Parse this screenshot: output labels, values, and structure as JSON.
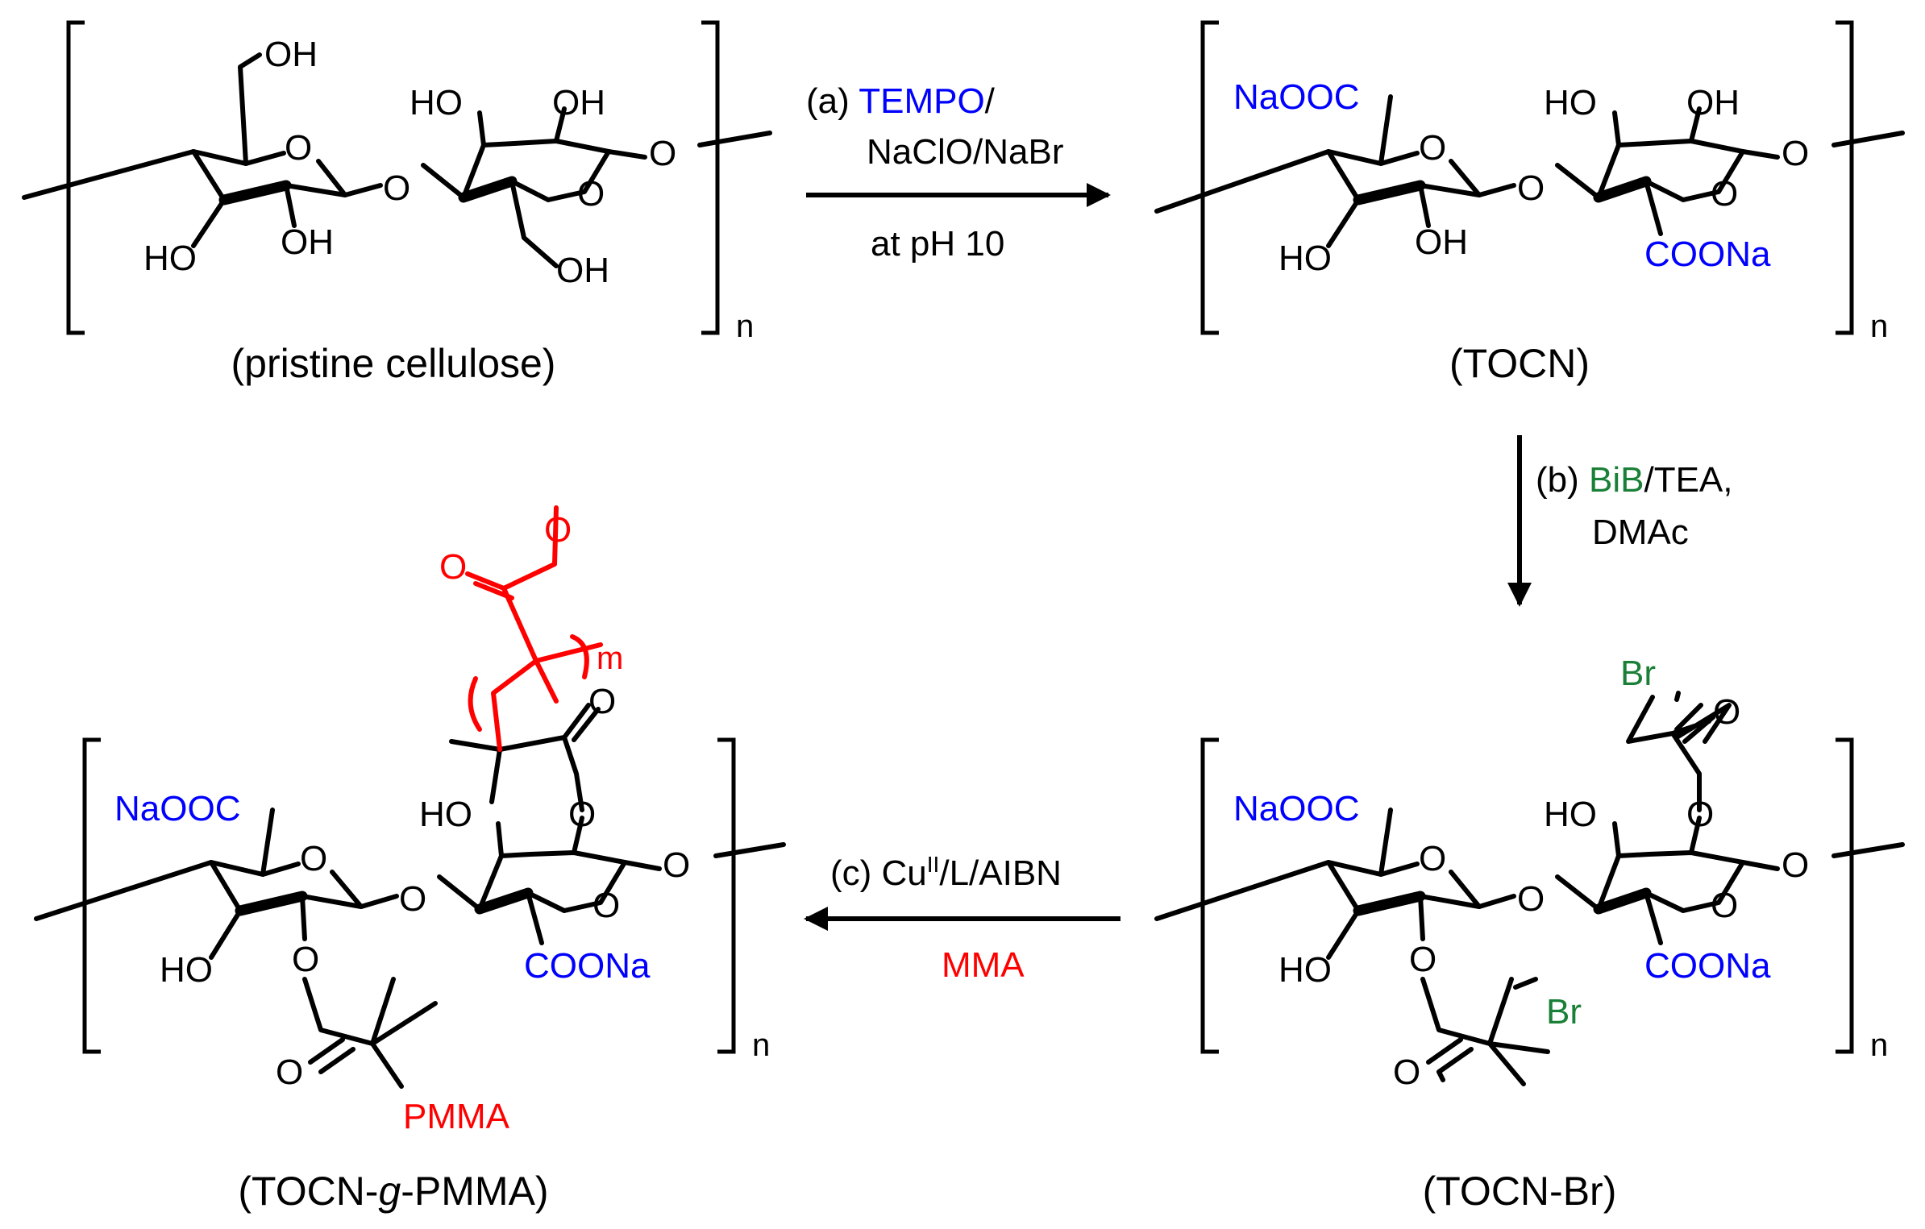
{
  "colors": {
    "black": "#000000",
    "blue": "#0000ff",
    "green": "#1a7f37",
    "red": "#ff0000"
  },
  "labels": {
    "oh": "OH",
    "ho": "HO",
    "o": "O",
    "naooc": "NaOOC",
    "coona": "COONa",
    "br": "Br",
    "n": "n",
    "m": "m",
    "pmma": "PMMA"
  },
  "compounds": {
    "cellulose": "(pristine cellulose)",
    "tocn": "(TOCN)",
    "tocn_br": "(TOCN-Br)",
    "tocn_g_pmma": {
      "prefix": "(TOCN-",
      "italic": "g",
      "suffix": "-PMMA)"
    }
  },
  "steps": {
    "a": {
      "tag": "(a) ",
      "reagent": "TEMPO",
      "slash": "/",
      "line2": "NaClO/NaBr",
      "line3": "at pH 10"
    },
    "b": {
      "tag": "(b) ",
      "reagent": "BiB",
      "rest": "/TEA,",
      "line2": "DMAc"
    },
    "c": {
      "tag": "(c) Cu",
      "sup": "II",
      "rest": "/L/AIBN",
      "line2": "MMA"
    }
  }
}
